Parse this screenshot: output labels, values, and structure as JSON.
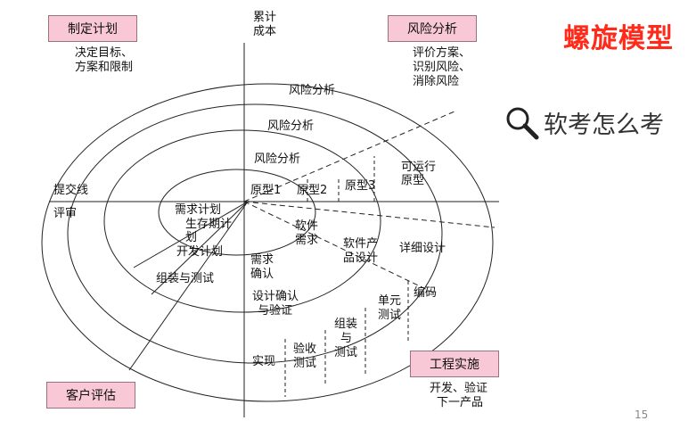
{
  "title": "螺旋模型",
  "search_text": "软考怎么考",
  "quadrants": {
    "plan": {
      "label": "制定计划",
      "desc": [
        "决定目标、",
        "方案和限制"
      ]
    },
    "risk": {
      "label": "风险分析",
      "desc": [
        "评价方案、",
        "识别风险、",
        "消除风险"
      ]
    },
    "customer": {
      "label": "客户评估"
    },
    "engineering": {
      "label": "工程实施",
      "desc": [
        "开发、验证",
        "下一产品"
      ]
    }
  },
  "axis": {
    "cost": [
      "累计",
      "成本"
    ],
    "progress_line": "提交线",
    "review": "评审"
  },
  "risk_labels": [
    "风险分析",
    "风险分析",
    "风险分析"
  ],
  "prototypes": [
    "原型1",
    "原型2",
    "原型3",
    "可运行原型"
  ],
  "plans": [
    "需求计划",
    "生存期计划",
    "开发计划",
    "组装与测试"
  ],
  "engineering_steps": {
    "software_req": [
      "软件",
      "需求"
    ],
    "product_design": [
      "软件产",
      "品设计"
    ],
    "detailed_design": "详细设计",
    "coding": "编码",
    "unit_test": [
      "单元",
      "测试"
    ],
    "integration_test": [
      "组装",
      "与",
      "测试"
    ],
    "acceptance_test": [
      "验收",
      "测试"
    ],
    "implementation": "实现",
    "req_confirm": [
      "需求",
      "确认"
    ],
    "design_verify": [
      "设计确认",
      "与验证"
    ]
  },
  "page_number": "15"
}
